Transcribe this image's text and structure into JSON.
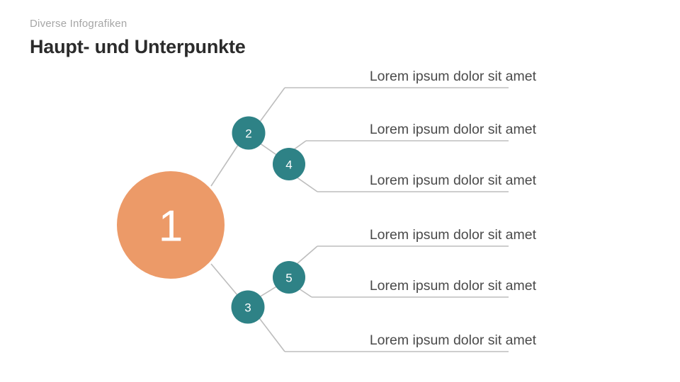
{
  "header": {
    "eyebrow": "Diverse Infografiken",
    "title": "Haupt- und Unterpunkte"
  },
  "colors": {
    "main_node": "#ec9a68",
    "sub_node": "#2e8286",
    "connector": "#bdbdbd",
    "text": "#4a4a4a",
    "title": "#2b2b2b",
    "eyebrow": "#a6a6a6",
    "background": "#ffffff"
  },
  "nodes": {
    "main": {
      "label": "1"
    },
    "sub": [
      {
        "label": "2"
      },
      {
        "label": "3"
      },
      {
        "label": "4"
      },
      {
        "label": "5"
      }
    ]
  },
  "items": [
    {
      "text": "Lorem ipsum dolor sit amet"
    },
    {
      "text": "Lorem ipsum dolor sit amet"
    },
    {
      "text": "Lorem ipsum dolor sit amet"
    },
    {
      "text": "Lorem ipsum dolor sit amet"
    },
    {
      "text": "Lorem ipsum dolor sit amet"
    },
    {
      "text": "Lorem ipsum dolor sit amet"
    }
  ]
}
